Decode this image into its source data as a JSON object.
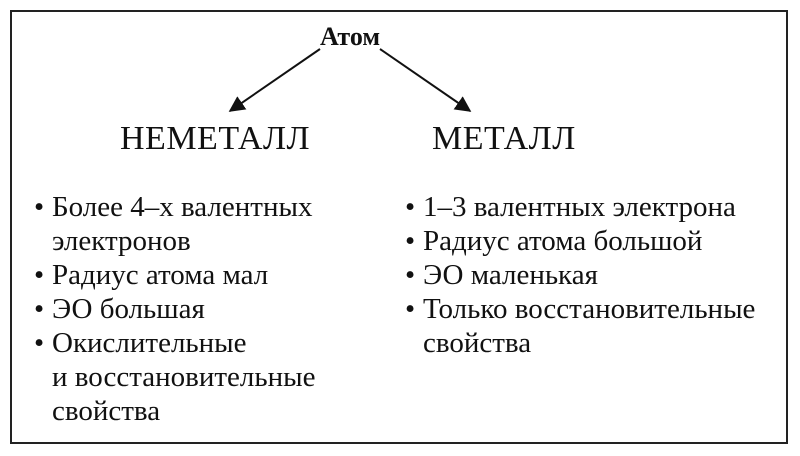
{
  "root": {
    "title": "Атом"
  },
  "branches": {
    "left": {
      "title": "НЕМЕТАЛЛ",
      "items": [
        {
          "text": "Более 4–х валентных\nэлектронов"
        },
        {
          "text": "Радиус атома мал"
        },
        {
          "text": "ЭО большая"
        },
        {
          "text": "Окислительные\nи восстановительные\nсвойства"
        }
      ]
    },
    "right": {
      "title": "МЕТАЛЛ",
      "items": [
        {
          "text": "1–3 валентных электрона"
        },
        {
          "text": "Радиус атома большой"
        },
        {
          "text": "ЭО маленькая"
        },
        {
          "text": "Только восстановительные\nсвойства"
        }
      ]
    }
  },
  "bullet_symbol": "•",
  "colors": {
    "text": "#111111",
    "border": "#222222",
    "background": "#ffffff"
  }
}
